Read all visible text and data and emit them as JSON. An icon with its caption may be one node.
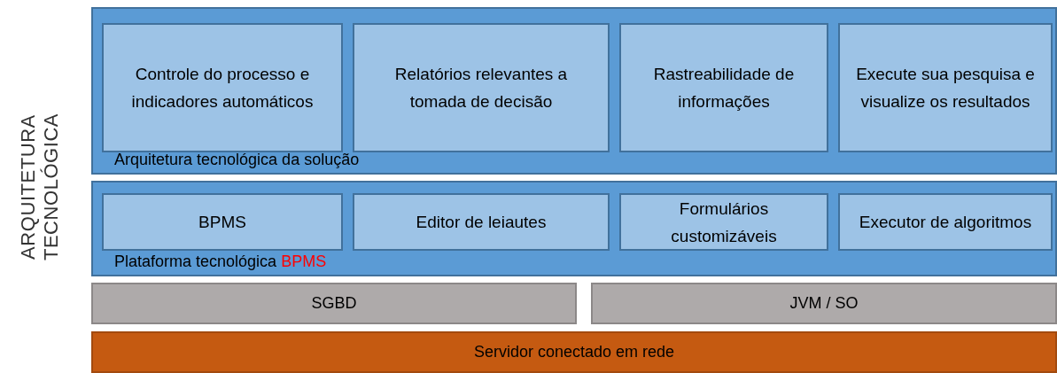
{
  "diagram": {
    "nodes": [
      {
        "text": [
          "Arquitetura tecnológica da solução"
        ]
      },
      {
        "text": [
          "Controle do processo e indicadores automáticos"
        ],
        "in": 0
      },
      {
        "text": [
          "Relatórios relevantes a tomada de decisão"
        ],
        "in": 0
      },
      {
        "text": [
          "Rastreabilidade de informações"
        ],
        "in": 0
      },
      {
        "text": [
          "Execute sua pesquisa e visualize os resultados"
        ],
        "in": 0
      },
      {
        "text": [
          "Plataforma tecnológica",
          "BPMS"
        ]
      },
      {
        "text": [
          "BPMS"
        ],
        "in": 5
      },
      {
        "text": [
          "Editor de leiautes"
        ],
        "in": 5
      },
      {
        "text": [
          "Formulários customizáveis"
        ],
        "in": 5
      },
      {
        "text": [
          "Executor de algoritmos"
        ],
        "in": 5
      },
      {
        "text": [
          "SGBD"
        ]
      },
      {
        "text": [
          "JVM / SO"
        ]
      },
      {
        "text": [
          "Servidor conectado em rede"
        ]
      }
    ],
    "labels": [
      "ARQUITETURA TECNOLÓGICA"
    ]
  }
}
